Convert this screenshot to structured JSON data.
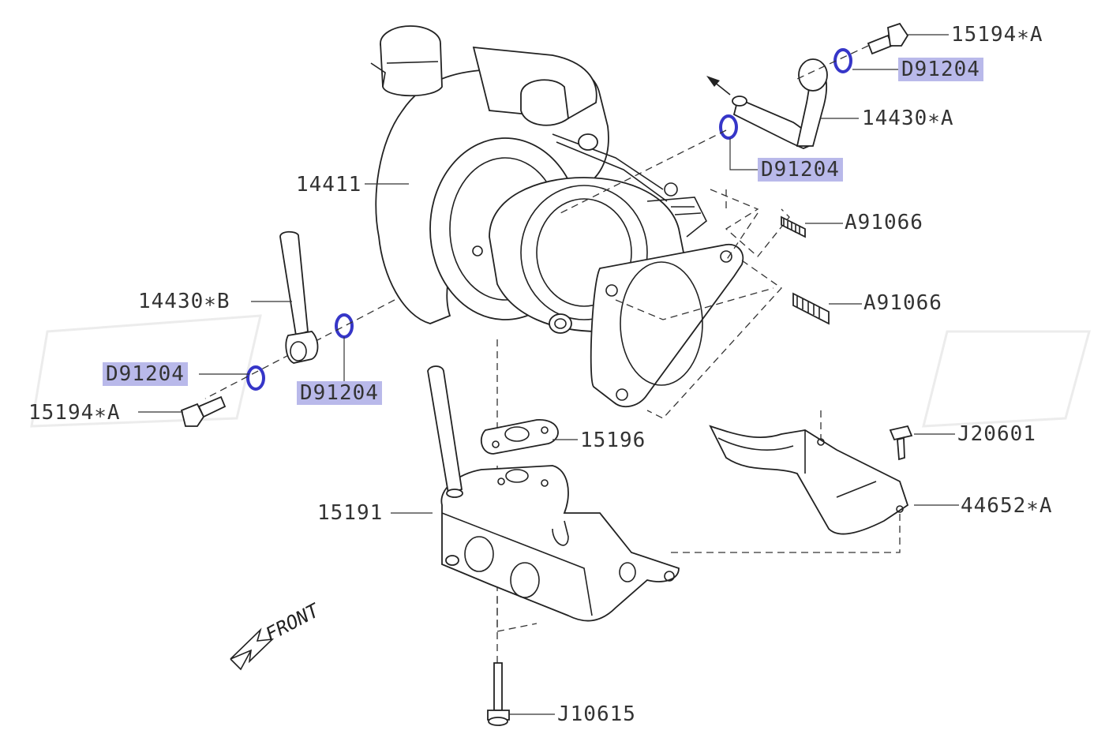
{
  "labels": {
    "bolt_top_right": "15194∗A",
    "washer_top_1": "D91204",
    "pipe_a": "14430∗A",
    "washer_top_2": "D91204",
    "turbo": "14411",
    "stud_1": "A91066",
    "stud_2": "A91066",
    "pipe_b": "14430∗B",
    "washer_left_1": "D91204",
    "washer_left_2": "D91204",
    "bolt_left": "15194∗A",
    "gasket": "15196",
    "heat_shield_bolt": "J20601",
    "heat_shield": "44652∗A",
    "manifold": "15191",
    "stud_bottom": "J10615",
    "front": "FRONT"
  },
  "colors": {
    "highlight": "#b9b9ea",
    "washer_ring": "#3636c8",
    "line": "#222222"
  }
}
